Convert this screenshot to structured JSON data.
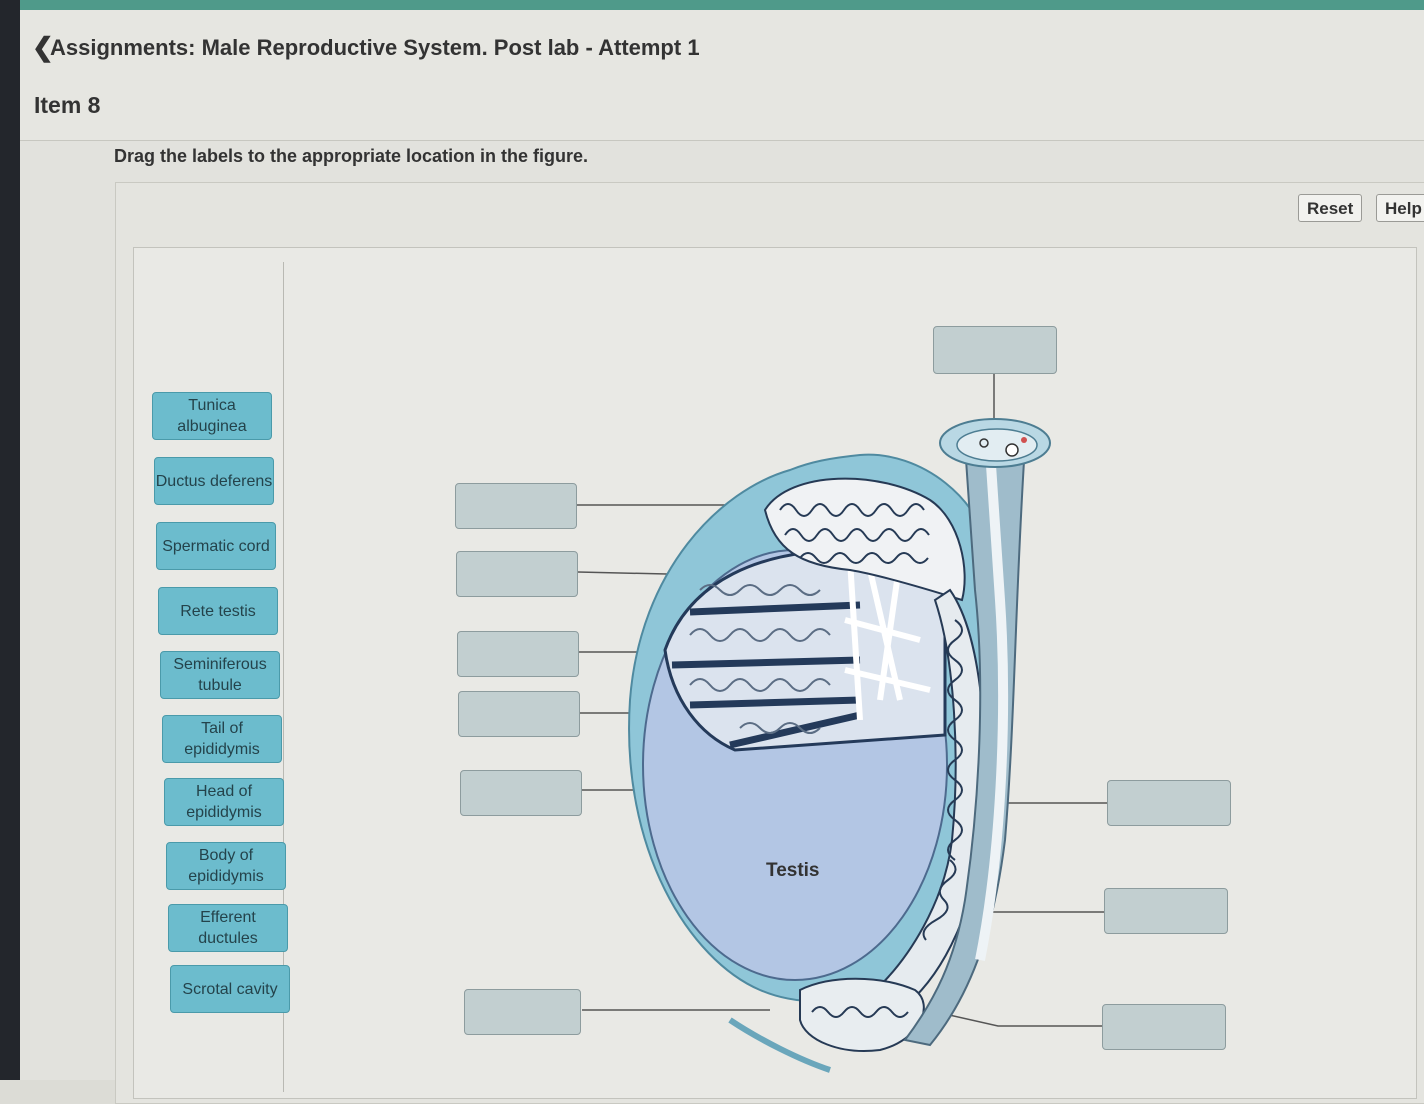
{
  "header": {
    "back_chevron": "❮",
    "title": "Assignments: Male Reproductive System. Post lab - Attempt 1",
    "item": "Item 8"
  },
  "instructions": "Drag the labels to the appropriate location in the figure.",
  "buttons": {
    "reset": "Reset",
    "help": "Help"
  },
  "labels": [
    "Tunica albuginea",
    "Ductus deferens",
    "Spermatic cord",
    "Rete testis",
    "Seminiferous tubule",
    "Tail of epididymis",
    "Head of epididymis",
    "Body of epididymis",
    "Efferent ductules",
    "Scrotal cavity"
  ],
  "figure": {
    "testis_label": "Testis"
  },
  "colors": {
    "accent": "#4f9a8a",
    "label_fill": "#6cbccd",
    "drop_fill": "#c2cfd0",
    "testis_fill": "#b3c6e4"
  }
}
